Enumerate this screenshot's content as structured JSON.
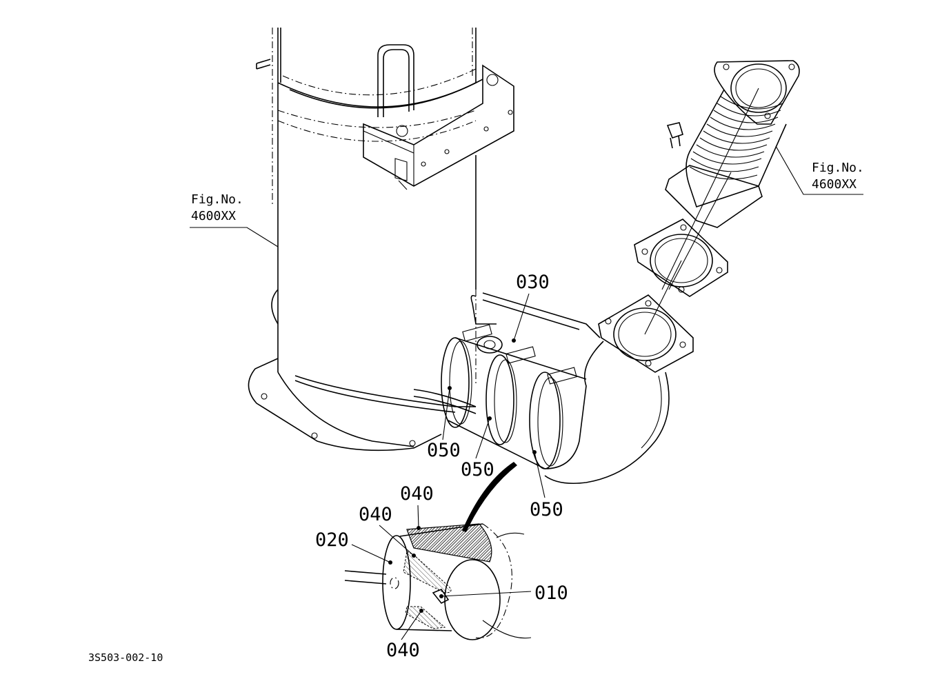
{
  "figure": {
    "code": "3S503-002-10",
    "references": [
      {
        "line1": "Fig.No.",
        "line2": "4600XX"
      },
      {
        "line1": "Fig.No.",
        "line2": "4600XX"
      }
    ]
  },
  "callouts": {
    "p030": "030",
    "p050a": "050",
    "p050b": "050",
    "p050c": "050",
    "p040a": "040",
    "p040b": "040",
    "p040c": "040",
    "p020": "020",
    "p010": "010"
  }
}
